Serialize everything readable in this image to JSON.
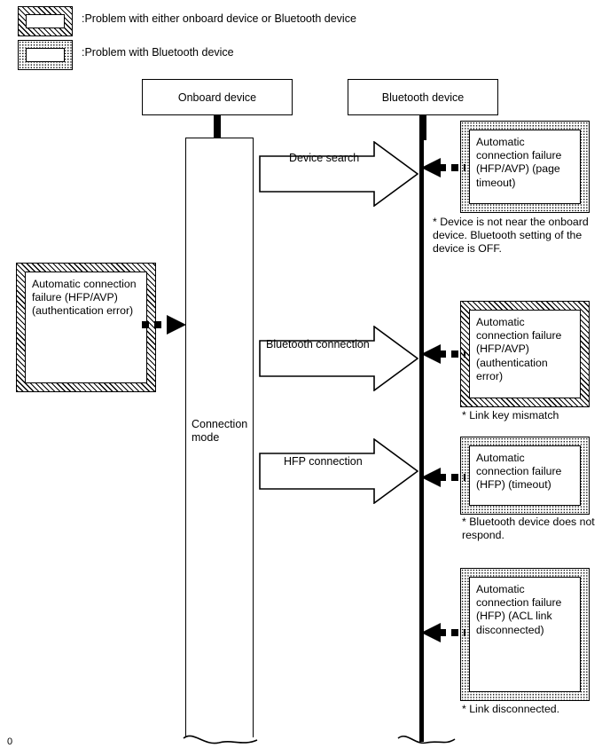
{
  "legend": {
    "items": [
      {
        "pattern": "hatched",
        "label": ":Problem with either onboard device or Bluetooth device"
      },
      {
        "pattern": "dotted",
        "label": ":Problem with Bluetooth device"
      }
    ]
  },
  "columns": {
    "onboard": {
      "title": "Onboard device",
      "mode_label": "Connection\nmode"
    },
    "bluetooth": {
      "title": "Bluetooth device"
    }
  },
  "flows": [
    {
      "label": "Device search"
    },
    {
      "label": "Bluetooth connection"
    },
    {
      "label": "HFP connection"
    }
  ],
  "problems": {
    "left": [
      {
        "pattern": "hatched",
        "text": "Automatic connection failure (HFP/AVP) (authentication error)",
        "note": ""
      }
    ],
    "right": [
      {
        "pattern": "dotted",
        "text": "Automatic connection failure (HFP/AVP) (page timeout)",
        "note": "* Device is not near the onboard device. Bluetooth setting of the device is OFF."
      },
      {
        "pattern": "hatched",
        "text": "Automatic connection failure (HFP/AVP) (authentication error)",
        "note": "* Link key mismatch"
      },
      {
        "pattern": "dotted",
        "text": "Automatic connection failure (HFP) (timeout)",
        "note": "* Bluetooth device does not respond."
      },
      {
        "pattern": "dotted",
        "text": "Automatic connection failure (HFP) (ACL link disconnected)",
        "note": "* Link disconnected."
      }
    ]
  },
  "footer": {
    "page_marker": "0"
  },
  "colors": {
    "ink": "#000000",
    "paper": "#ffffff"
  }
}
